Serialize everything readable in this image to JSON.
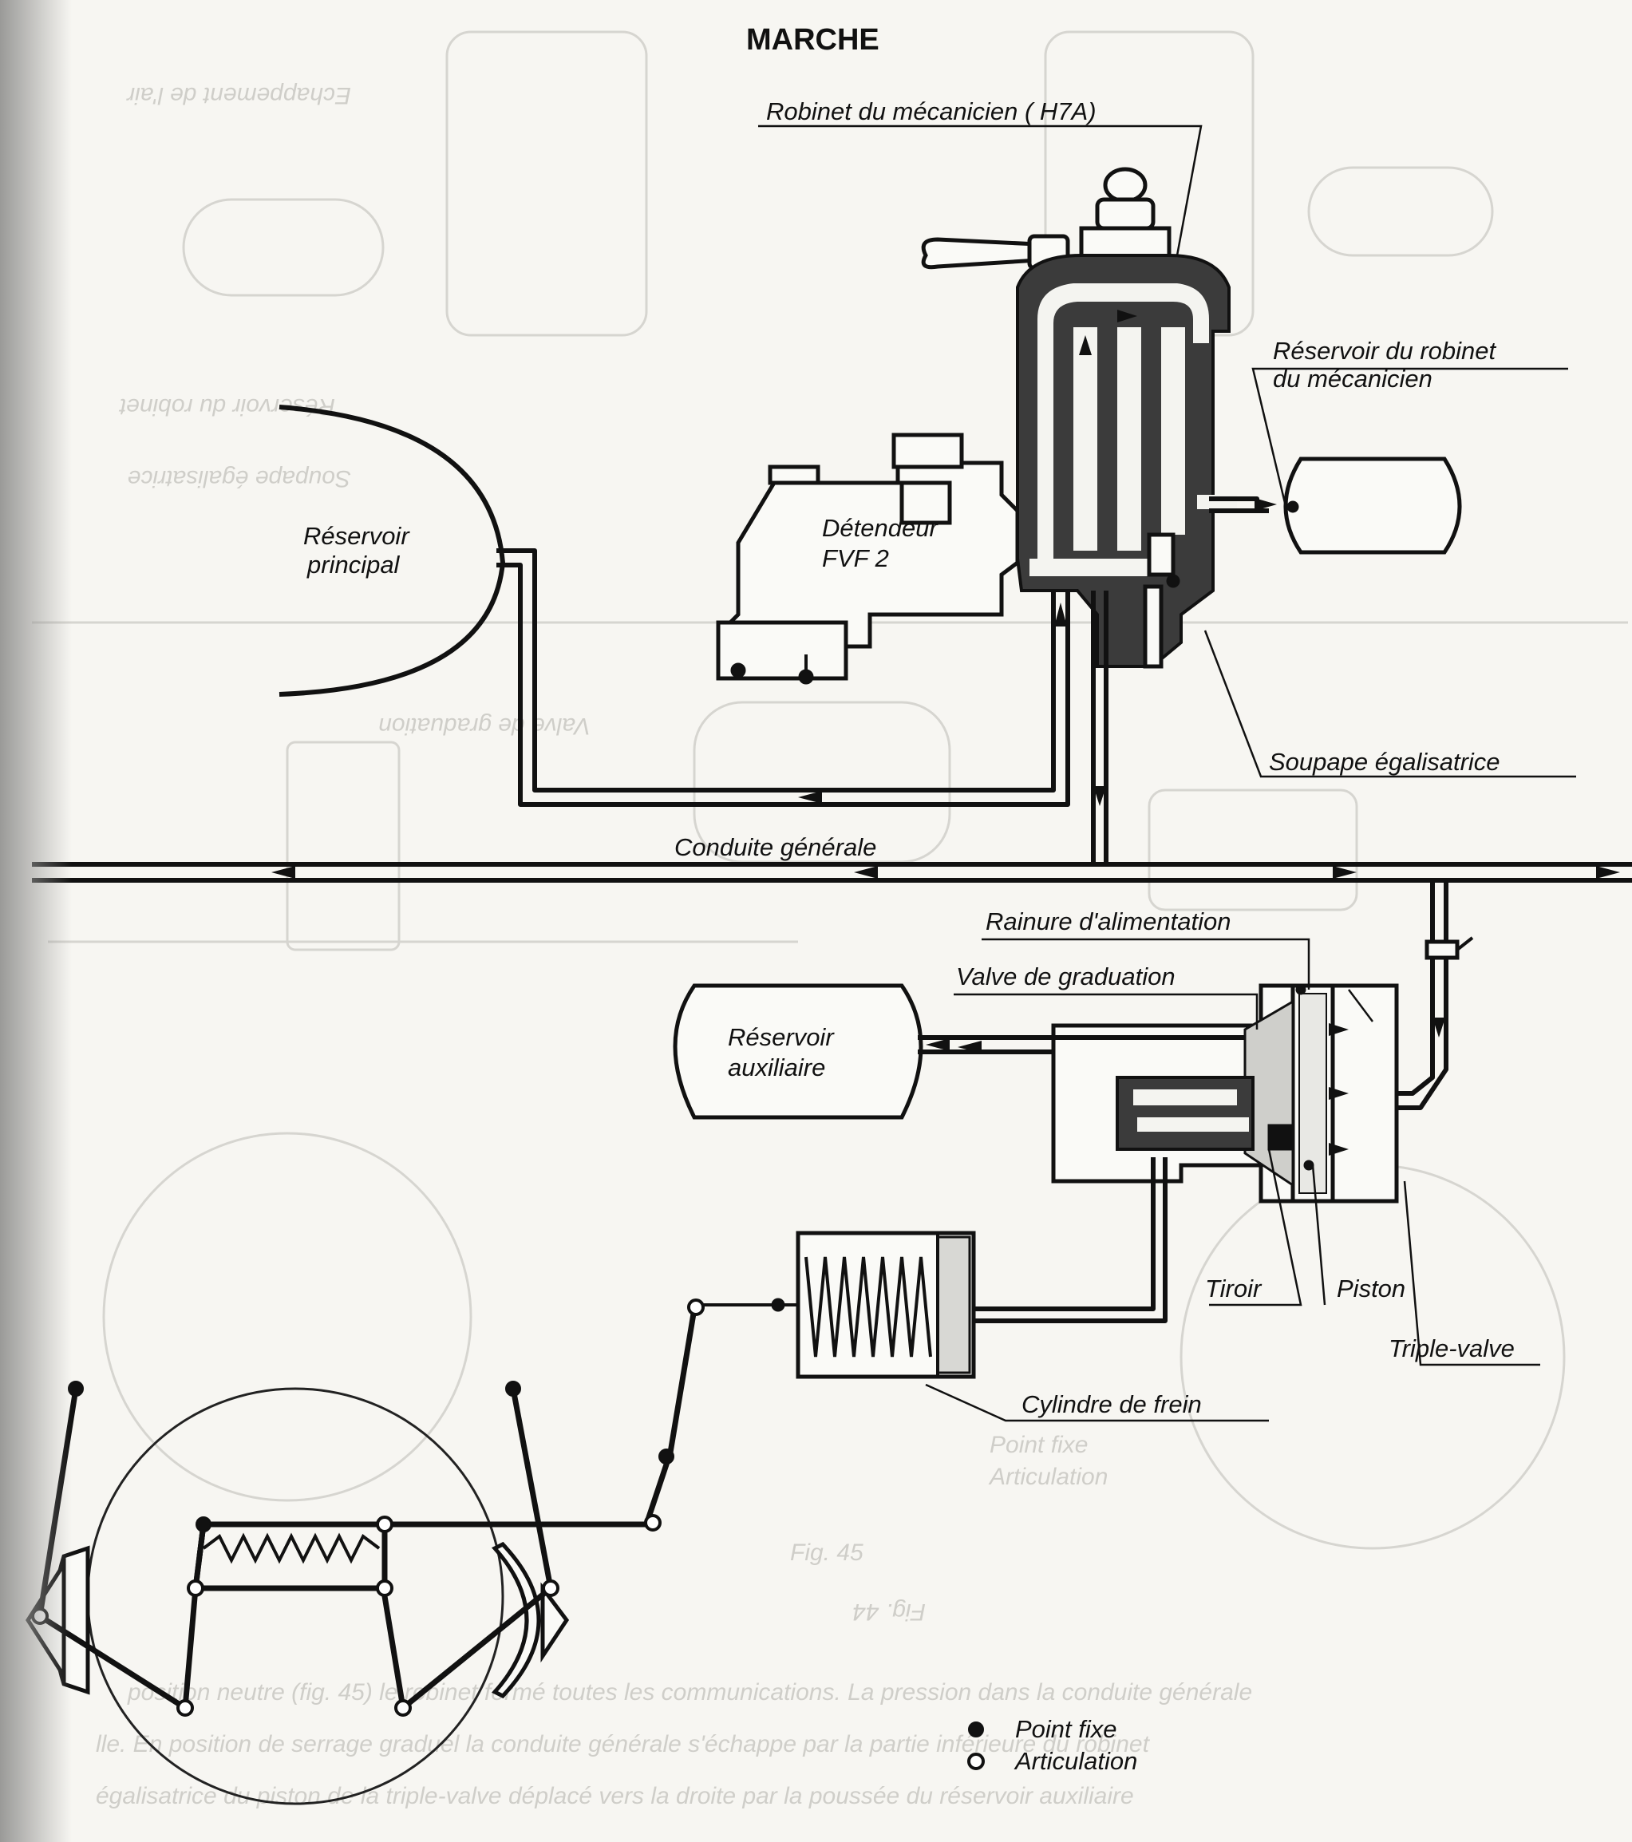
{
  "diagram": {
    "title": "MARCHE",
    "labels": {
      "robinet": "Robinet du mécanicien ( H7A)",
      "reservoir_robinet_1": "Réservoir du robinet",
      "reservoir_robinet_2": "du mécanicien",
      "detendeur_1": "Détendeur",
      "detendeur_2": "FVF 2",
      "reservoir_principal_1": "Réservoir",
      "reservoir_principal_2": "principal",
      "soupape": "Soupape égalisatrice",
      "conduite": "Conduite générale",
      "rainure": "Rainure d'alimentation",
      "valve_graduation": "Valve de graduation",
      "reservoir_auxiliaire_1": "Réservoir",
      "reservoir_auxiliaire_2": "auxiliaire",
      "tiroir": "Tiroir",
      "piston": "Piston",
      "triple_valve": "Triple-valve",
      "cylindre": "Cylindre de frein"
    },
    "legend": {
      "fixed_point": "Point fixe",
      "articulation": "Articulation"
    }
  }
}
